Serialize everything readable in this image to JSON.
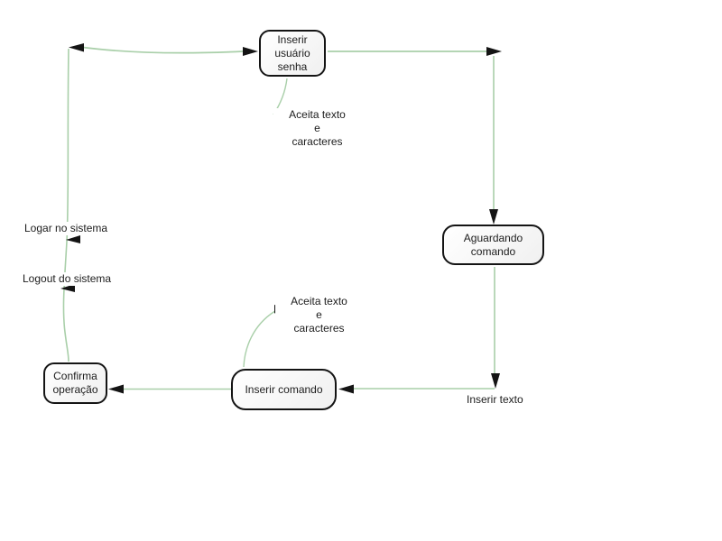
{
  "diagram": {
    "type": "state-diagram",
    "background_color": "#ffffff",
    "colors": {
      "edge": "#a9cfa9",
      "arrow": "#141414",
      "node_border": "#141414",
      "node_fill_start": "#ffffff",
      "node_fill_end": "#f0f0f0",
      "text": "#1c1c1c"
    },
    "nodes": [
      {
        "id": "inserir-usuario-senha",
        "label": "Inserir\nusuário\nsenha"
      },
      {
        "id": "aguardando-comando",
        "label": "Aguardando\ncomando"
      },
      {
        "id": "inserir-comando",
        "label": "Inserir comando"
      },
      {
        "id": "confirma-operacao",
        "label": "Confirma\noperação"
      }
    ],
    "edge_labels": [
      {
        "id": "aceita-texto-caracteres-top",
        "label": "Aceita texto\ne\ncaracteres"
      },
      {
        "id": "logar-no-sistema",
        "label": "Logar no sistema"
      },
      {
        "id": "logout-do-sistema",
        "label": "Logout do sistema"
      },
      {
        "id": "aceita-texto-caracteres-bottom",
        "label": "Aceita texto\ne\ncaracteres"
      },
      {
        "id": "inserir-texto",
        "label": "Inserir texto"
      }
    ]
  }
}
